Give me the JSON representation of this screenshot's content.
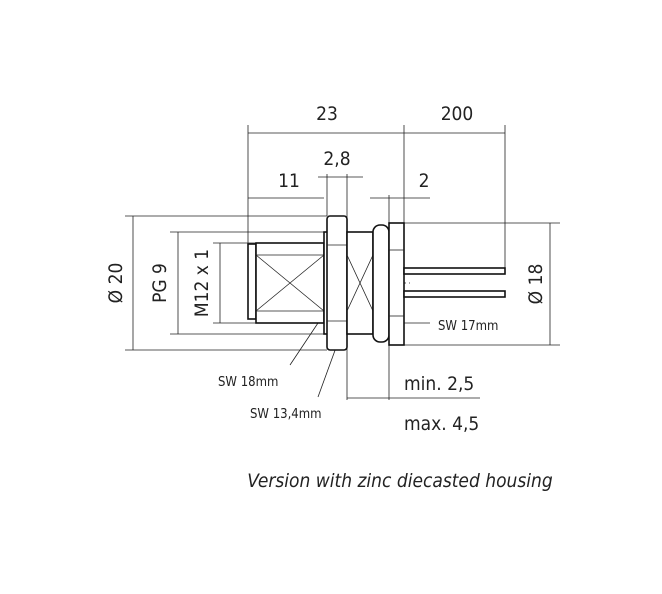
{
  "dimensions": {
    "overall_length": "23",
    "cable_length": "200",
    "nut_thickness": "2,8",
    "front_length": "11",
    "rear_nut": "2",
    "diameter_outer": "Ø 20",
    "thread_pg": "PG 9",
    "thread_m12": "M12 x 1",
    "diameter_rear": "Ø 18",
    "panel_min": "min. 2,5",
    "panel_max": "max. 4,5"
  },
  "labels": {
    "sw17": "SW 17mm",
    "sw18": "SW 18mm",
    "sw134": "SW 13,4mm"
  },
  "caption": "Version with zinc diecasted housing"
}
